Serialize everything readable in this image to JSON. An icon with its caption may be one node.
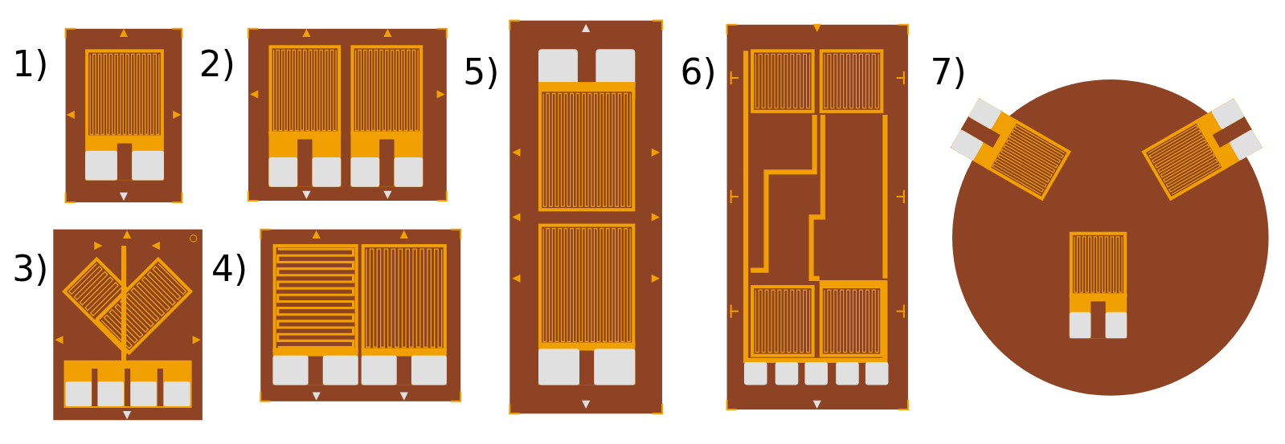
{
  "diagram": {
    "labels": [
      "1)",
      "2)",
      "3)",
      "4)",
      "5)",
      "6)",
      "7)"
    ]
  }
}
